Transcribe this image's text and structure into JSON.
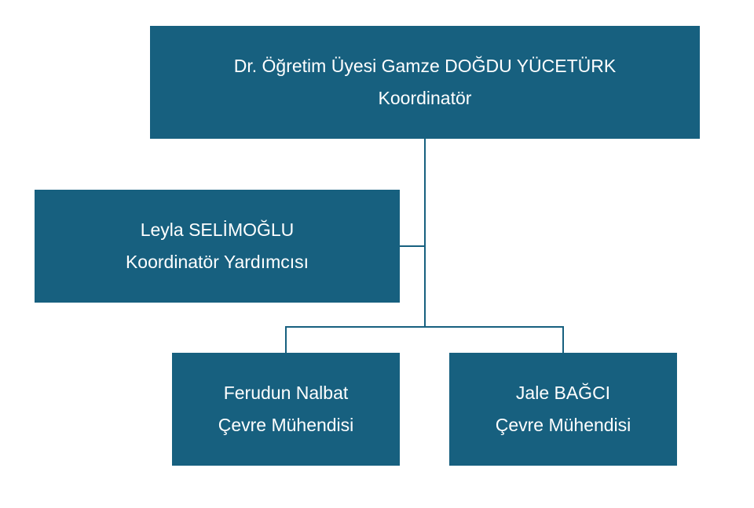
{
  "colors": {
    "node_fill": "#17607f",
    "node_text": "#ffffff",
    "connector": "#17607f"
  },
  "nodes": {
    "coordinator": {
      "name": "Dr. Öğretim Üyesi Gamze DOĞDU YÜCETÜRK",
      "title": "Koordinatör"
    },
    "assistant": {
      "name": "Leyla SELİMOĞLU",
      "title": "Koordinatör Yardımcısı"
    },
    "engineer_1": {
      "name": "Ferudun Nalbat",
      "title": "Çevre Mühendisi"
    },
    "engineer_2": {
      "name": "Jale BAĞCI",
      "title": "Çevre Mühendisi"
    }
  }
}
